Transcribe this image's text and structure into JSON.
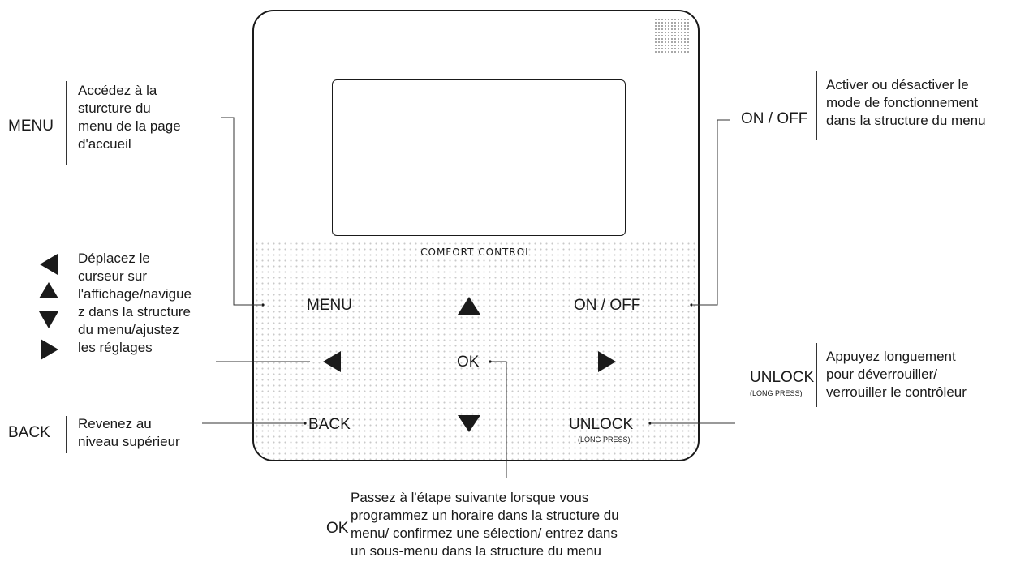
{
  "device": {
    "brand": "COMFORT CONTROL",
    "buttons": {
      "menu": "MENU",
      "onoff": "ON / OFF",
      "ok": "OK",
      "back": "BACK",
      "unlock": "UNLOCK",
      "unlock_sub": "(LONG PRESS)"
    }
  },
  "callouts": {
    "menu": {
      "key": "MENU",
      "desc": "Accédez à la\nsturcture du\nmenu de la page\nd'accueil"
    },
    "onoff": {
      "key": "ON / OFF",
      "desc": "Activer ou désactiver le\nmode de fonctionnement\ndans la structure du menu"
    },
    "arrows": {
      "desc": "Déplacez le\ncurseur sur\nl'affichage/navigue\nz dans la structure\ndu menu/ajustez\nles réglages"
    },
    "unlock": {
      "key": "UNLOCK",
      "key_sub": "(LONG PRESS)",
      "desc": "Appuyez longuement\npour déverrouiller/\nverrouiller le contrôleur"
    },
    "back": {
      "key": "BACK",
      "desc": "Revenez au\nniveau supérieur"
    },
    "ok": {
      "key": "OK",
      "desc": "Passez à l'étape suivante lorsque vous\nprogrammez un horaire dans la structure du\nmenu/ confirmez une sélection/ entrez dans\nun sous-menu dans la structure du menu"
    }
  }
}
